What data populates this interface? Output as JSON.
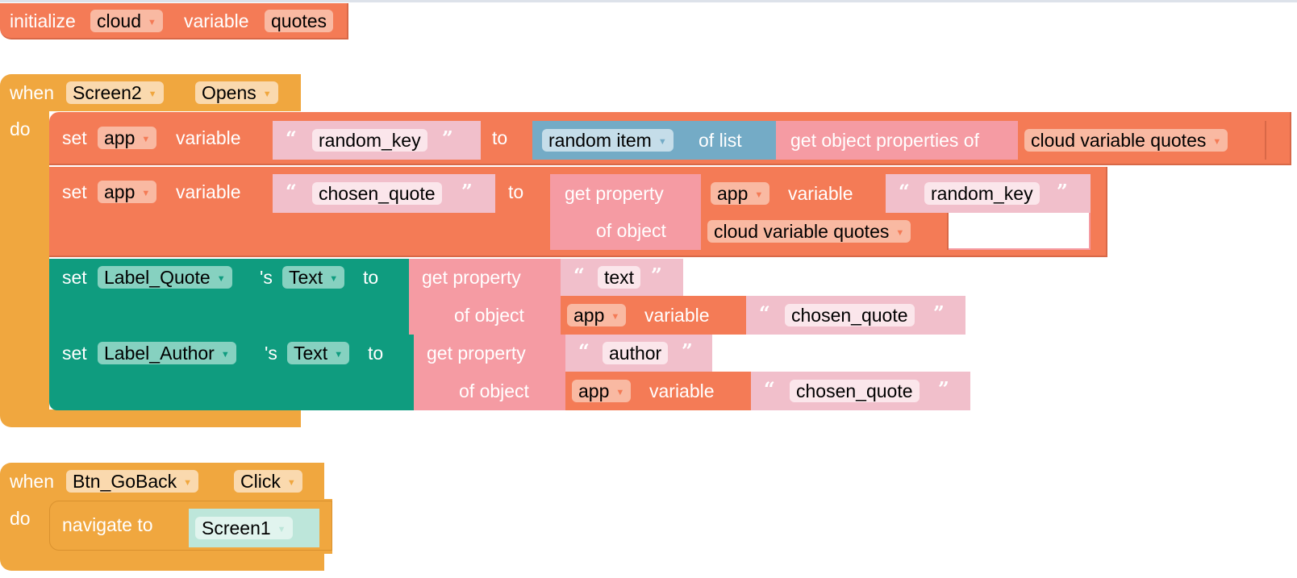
{
  "workspace": {
    "blocks": {
      "init_global": {
        "label_initialize": "initialize",
        "scope": "cloud",
        "label_variable": "variable",
        "name": "quotes"
      },
      "screen_open": {
        "label_when": "when",
        "component": "Screen2",
        "event": "Opens",
        "label_do": "do",
        "statements": {
          "set_random_key": {
            "label_set": "set",
            "scope": "app",
            "label_variable": "variable",
            "key": "random_key",
            "label_to": "to",
            "list_op": "random item",
            "label_of_list": "of list",
            "label_get_props": "get object properties of",
            "cloud_var": "cloud variable quotes"
          },
          "set_chosen_quote": {
            "label_set": "set",
            "scope": "app",
            "label_variable": "variable",
            "key": "chosen_quote",
            "label_to": "to",
            "label_get_property": "get property",
            "label_of_object": "of object",
            "inner_scope": "app",
            "inner_label_variable": "variable",
            "inner_key": "random_key",
            "cloud_var": "cloud variable quotes"
          },
          "set_label_quote": {
            "label_set": "set",
            "component": "Label_Quote",
            "label_s": "'s",
            "property": "Text",
            "label_to": "to",
            "label_get_property": "get property",
            "prop_name": "text",
            "label_of_object": "of object",
            "scope": "app",
            "label_variable": "variable",
            "key": "chosen_quote"
          },
          "set_label_author": {
            "label_set": "set",
            "component": "Label_Author",
            "label_s": "'s",
            "property": "Text",
            "label_to": "to",
            "label_get_property": "get property",
            "prop_name": "author",
            "label_of_object": "of object",
            "scope": "app",
            "label_variable": "variable",
            "key": "chosen_quote"
          }
        }
      },
      "btn_click": {
        "label_when": "when",
        "component": "Btn_GoBack",
        "event": "Click",
        "label_do": "do",
        "label_navigate": "navigate to",
        "target": "Screen1"
      }
    },
    "symbols": {
      "open_quote": "“",
      "close_quote": "”",
      "dropdown_arrow": "▼"
    },
    "colors": {
      "variables": "#f47b56",
      "events": "#f0a73f",
      "text": "#f1bfcb",
      "objects": "#f59ba3",
      "lists": "#74abc6",
      "components": "#0f9c7f",
      "navigation": "#bde6da"
    }
  }
}
